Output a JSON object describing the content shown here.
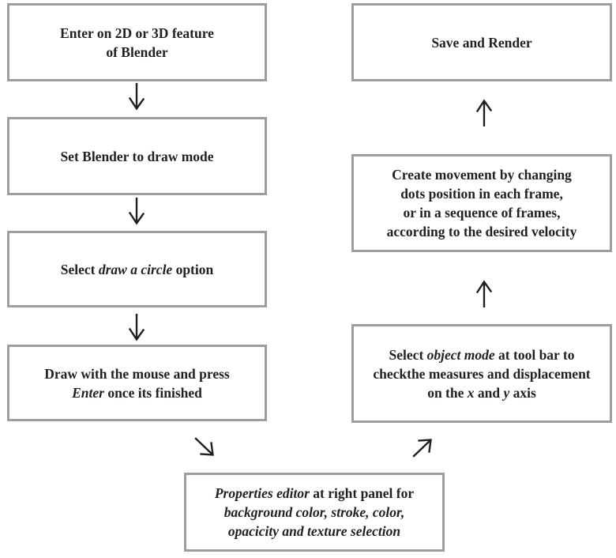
{
  "colors": {
    "background": "#ffffff",
    "box_border": "#9e9e9e",
    "box_background": "#ffffff",
    "text": "#231f20"
  },
  "icons": {
    "arrow_down": "↓",
    "arrow_up": "↑",
    "arrow_down_right": "↘",
    "arrow_up_right": "↗"
  },
  "boxes": {
    "enter_feature": {
      "line1": "Enter on 2D or 3D feature",
      "line2": "of Blender"
    },
    "draw_mode": {
      "text": "Set Blender to draw mode"
    },
    "draw_circle": {
      "pre": "Select ",
      "emphasis": "draw a circle",
      "post": " option"
    },
    "draw_mouse": {
      "line1": "Draw with the mouse and press",
      "line2_emphasis": "Enter",
      "line2_rest": " once its finished"
    },
    "properties_editor": {
      "line1_emphasis": "Properties editor",
      "line1_rest": " at right panel for",
      "line2": "background color, stroke, color,",
      "line3": "opacicity and texture selection"
    },
    "object_mode": {
      "line1_pre": "Select ",
      "line1_emphasis": "object mode",
      "line1_post": " at tool bar to",
      "line2": "checkthe measures and displacement",
      "line3_pre": "on the ",
      "line3_x": "x",
      "line3_mid": " and ",
      "line3_y": "y",
      "line3_post": " axis"
    },
    "create_movement": {
      "line1": "Create movement by changing",
      "line2": "dots position in each frame,",
      "line3": "or in a sequence of frames,",
      "line4": "according to the desired velocity"
    },
    "save_render": {
      "text": "Save and Render"
    }
  }
}
